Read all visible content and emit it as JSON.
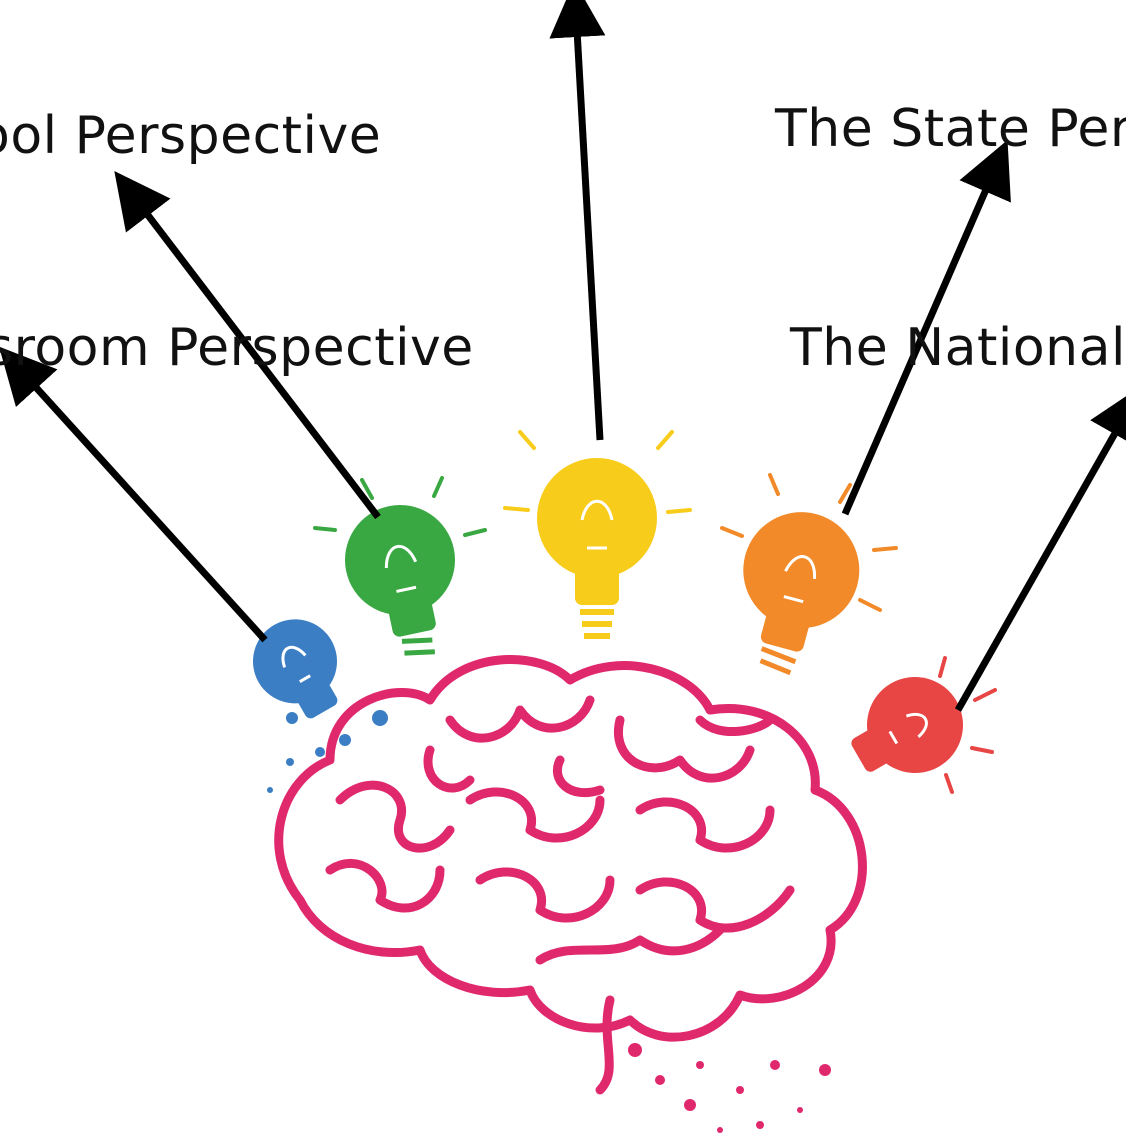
{
  "labels": {
    "school": "ool Perspective",
    "classroom": "sroom Perspective",
    "state": "The State Per",
    "national": "The National"
  },
  "colors": {
    "blue_bulb": "#3b7ec4",
    "green_bulb": "#3aa842",
    "yellow_bulb": "#f7cc1a",
    "orange_bulb": "#f28a2a",
    "red_bulb": "#e84545",
    "brain": "#e0286d",
    "arrow": "#000000"
  }
}
